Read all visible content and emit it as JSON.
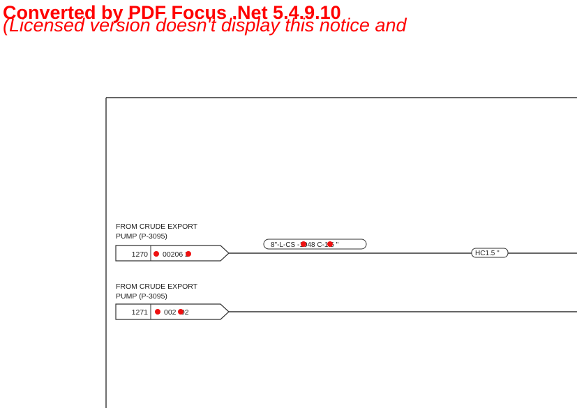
{
  "watermark": {
    "line1": "Converted by PDF Focus .Net 5.4.9.10",
    "line2": "(Licensed version doesn't display this notice and"
  },
  "drawing": {
    "stream1": {
      "source_line1": "FROM CRUDE EXPORT",
      "source_line2": "PUMP (P-3095)",
      "tag_number": "1270",
      "tag_code": "00206 2",
      "line_spec": "8\"-L-CS -1048 C-1.5 \"",
      "hc_label": "HC1.5 \""
    },
    "stream2": {
      "source_line1": "FROM CRUDE EXPORT",
      "source_line2": "PUMP (P-3095)",
      "tag_number": "1271",
      "tag_code": "002 -02"
    },
    "redaction_color": "#ee1111"
  }
}
